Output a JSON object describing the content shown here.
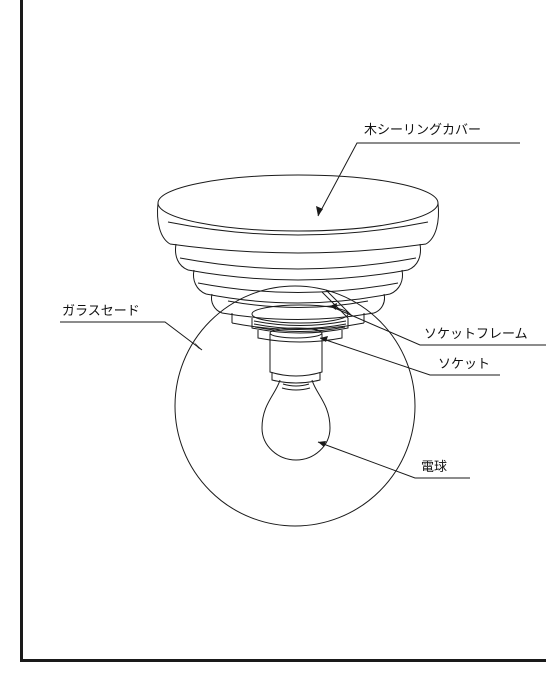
{
  "labels": {
    "cover": "木シーリングカバー",
    "shade": "ガラスセード",
    "frame": "ソケットフレーム",
    "socket": "ソケット",
    "bulb": "電球"
  },
  "colors": {
    "line": "#1a1a1a",
    "background": "#ffffff"
  }
}
